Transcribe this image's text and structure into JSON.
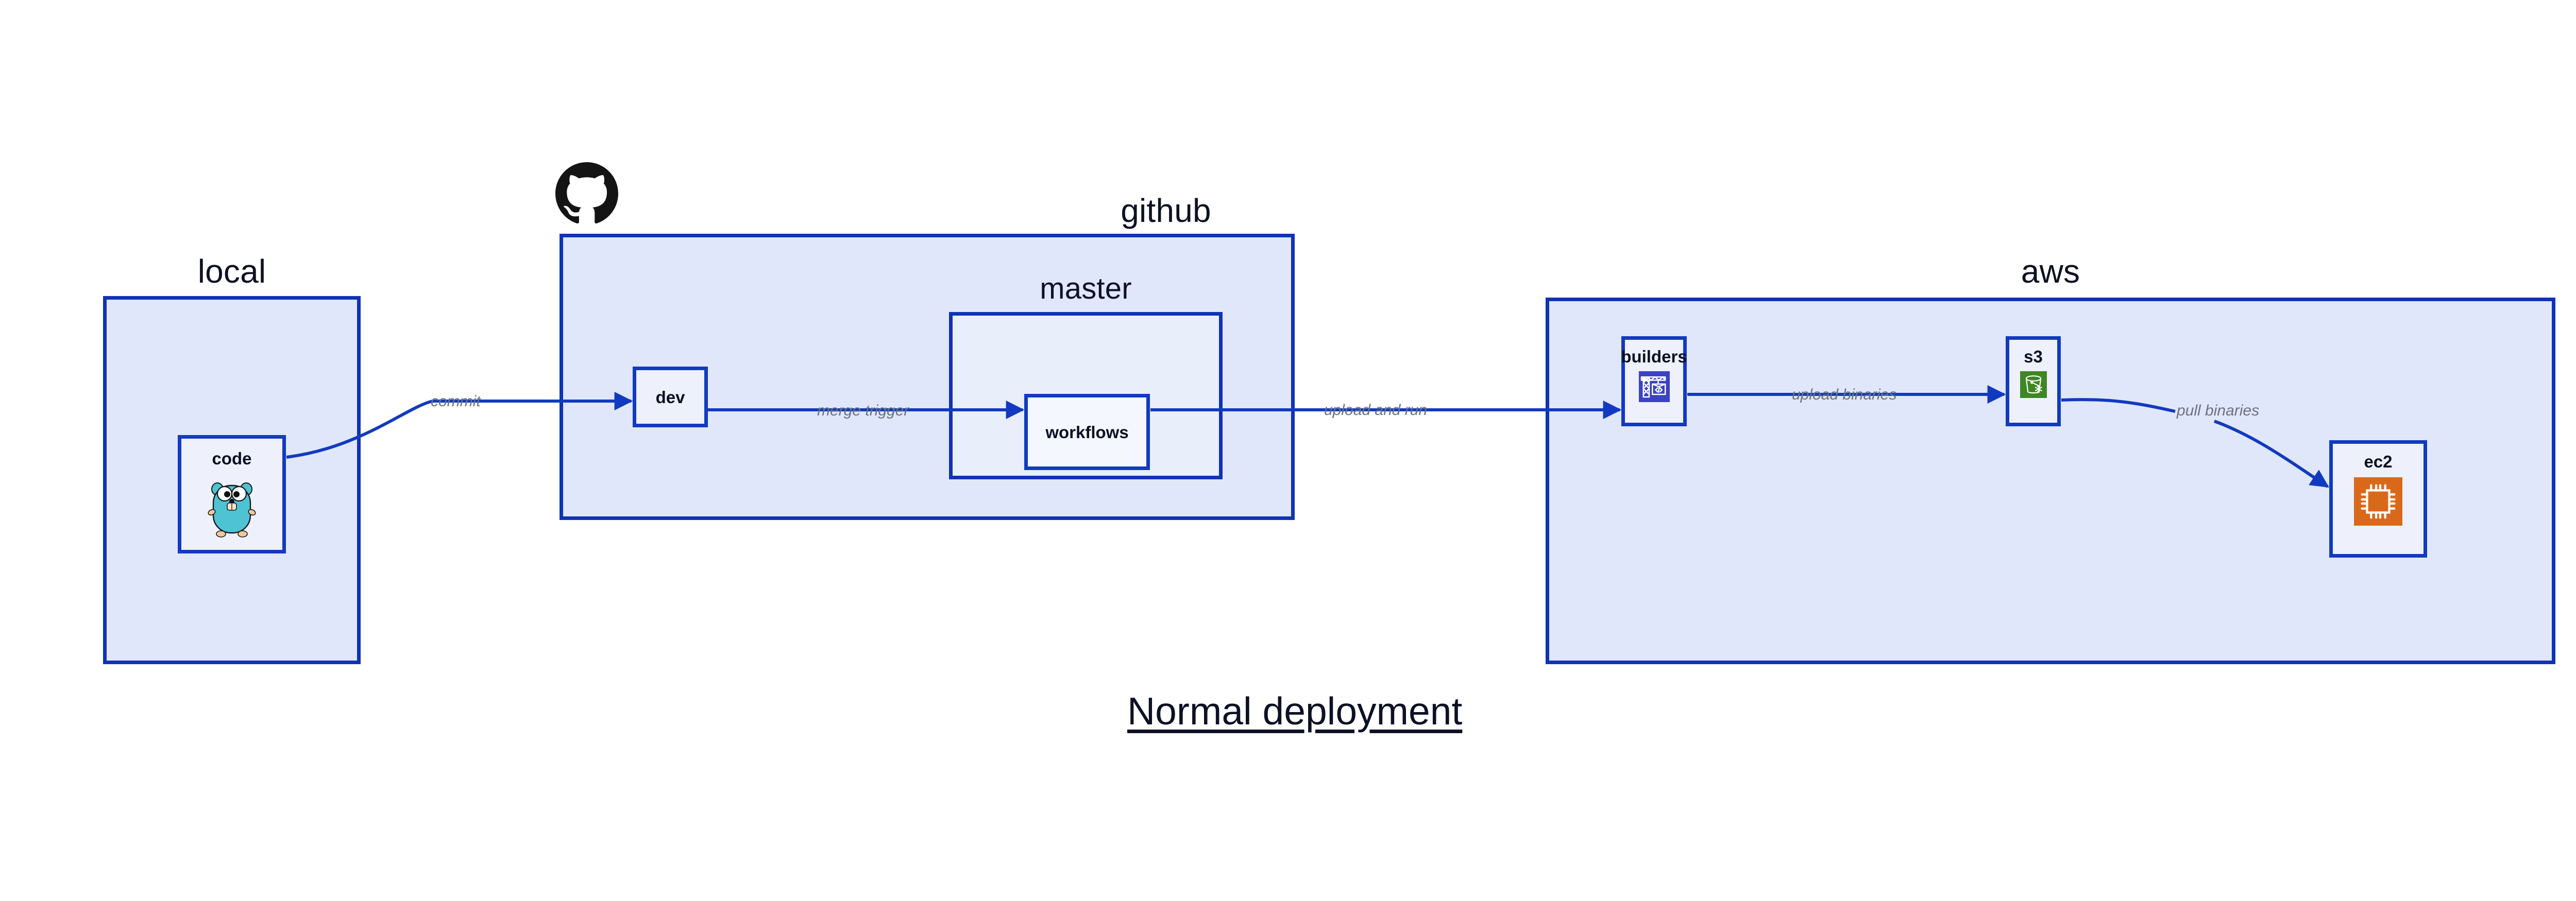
{
  "diagram": {
    "caption": "Normal deployment",
    "background": "#ffffff",
    "accent_border": "#0f33b5",
    "group_fill": "#e1e7fa",
    "node_fill": "#eef1fc",
    "edge_color": "#123ac0",
    "edge_label_color": "#6b7280"
  },
  "groups": {
    "local": {
      "label": "local"
    },
    "github": {
      "label": "github",
      "logo_icon": "github-octocat-icon"
    },
    "master": {
      "label": "master"
    },
    "aws": {
      "label": "aws"
    }
  },
  "nodes": {
    "code": {
      "label": "code",
      "icon": "go-gopher-icon",
      "icon_color": "#4dc3d4"
    },
    "dev": {
      "label": "dev",
      "icon": null,
      "icon_color": null
    },
    "workflows": {
      "label": "workflows",
      "icon": null,
      "icon_color": null
    },
    "builders": {
      "label": "builders",
      "icon": "crane-code-icon",
      "icon_color": "#3b42c4"
    },
    "s3": {
      "label": "s3",
      "icon": "s3-glacier-bucket-icon",
      "icon_color": "#3f8624"
    },
    "ec2": {
      "label": "ec2",
      "icon": "cpu-chip-icon",
      "icon_color": "#d9691a"
    }
  },
  "edges": [
    {
      "id": "commit",
      "label": "commit",
      "from": "code",
      "to": "dev"
    },
    {
      "id": "merge-trigger",
      "label": "merge trigger",
      "from": "dev",
      "to": "workflows"
    },
    {
      "id": "upload-and-run",
      "label": "upload and run",
      "from": "workflows",
      "to": "builders"
    },
    {
      "id": "upload-binaries",
      "label": "upload binaries",
      "from": "builders",
      "to": "s3"
    },
    {
      "id": "pull-binaries",
      "label": "pull binaries",
      "from": "s3",
      "to": "ec2"
    }
  ]
}
